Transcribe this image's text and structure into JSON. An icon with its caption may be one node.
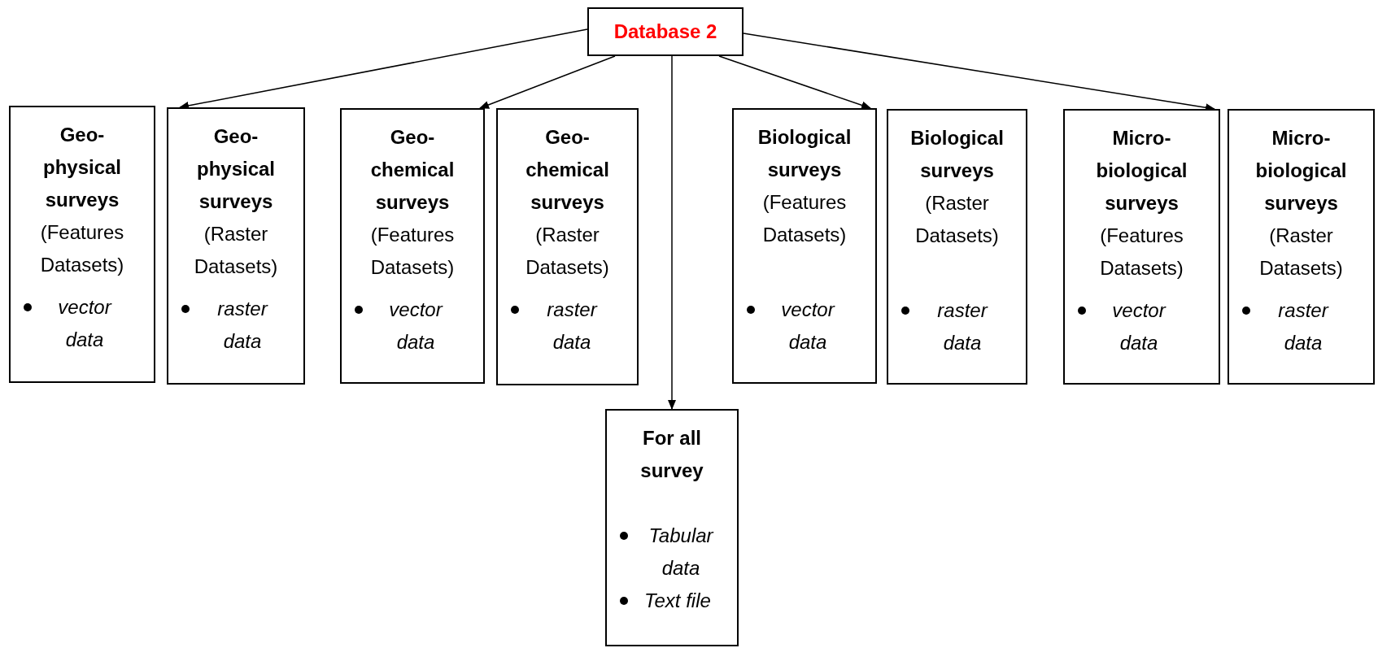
{
  "diagram": {
    "nodes": [
      {
        "text": [
          "Database 2"
        ]
      },
      {
        "text": [
          "Geo-physical surveys",
          "(Features Datasets)",
          "vector data"
        ]
      },
      {
        "text": [
          "Geo-physical surveys",
          "(Raster Datasets)",
          "raster data"
        ]
      },
      {
        "text": [
          "Geo-chemical surveys",
          "(Features Datasets)",
          "vector data"
        ]
      },
      {
        "text": [
          "Geo-chemical surveys",
          "(Raster Datasets)",
          "raster data"
        ]
      },
      {
        "text": [
          "Biological surveys",
          "(Features Datasets)",
          "vector data"
        ]
      },
      {
        "text": [
          "Biological surveys",
          "(Raster Datasets)",
          "raster data"
        ]
      },
      {
        "text": [
          "Micro-biological surveys",
          "(Features Datasets)",
          "vector data"
        ]
      },
      {
        "text": [
          "Micro-biological surveys",
          "(Raster Datasets)",
          "raster data"
        ]
      },
      {
        "text": [
          "For all survey",
          "Tabular data",
          "Text file"
        ]
      }
    ],
    "edges": [
      {
        "from": 0,
        "to": 2,
        "arrow": "to"
      },
      {
        "from": 0,
        "to": 3,
        "arrow": "to"
      },
      {
        "from": 0,
        "to": 5,
        "arrow": "to"
      },
      {
        "from": 0,
        "to": 7,
        "arrow": "to"
      },
      {
        "from": 0,
        "to": 9,
        "arrow": "to"
      }
    ]
  }
}
